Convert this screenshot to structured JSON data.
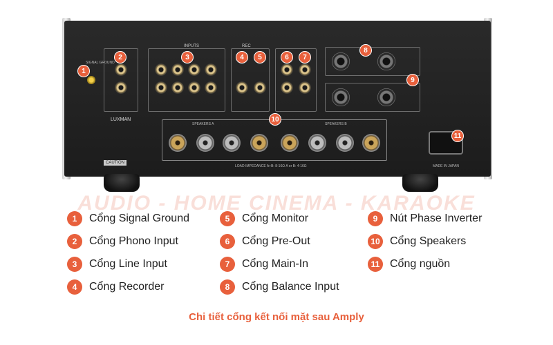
{
  "amplifier": {
    "brand": "LUXMAN",
    "panel_labels": {
      "signal_ground": "SIGNAL GROUND",
      "inputs": "INPUTS",
      "rec": "REC",
      "speakers_a": "SPEAKERS A",
      "speakers_b": "SPEAKERS B",
      "load_impedance": "LOAD IMPEDANCE A+B: 8-16Ω A or B: 4-16Ω",
      "caution": "CAUTION",
      "made_in": "MADE IN JAPAN"
    },
    "markers": [
      "1",
      "2",
      "3",
      "4",
      "5",
      "6",
      "7",
      "8",
      "9",
      "10",
      "11"
    ]
  },
  "watermark": "AUDIO - HOME CINEMA - KARAOKE",
  "legend": {
    "column_1": [
      {
        "number": "1",
        "label": "Cổng Signal Ground"
      },
      {
        "number": "2",
        "label": "Cổng Phono Input"
      },
      {
        "number": "3",
        "label": "Cổng Line Input"
      },
      {
        "number": "4",
        "label": "Cổng Recorder"
      }
    ],
    "column_2": [
      {
        "number": "5",
        "label": "Cổng Monitor"
      },
      {
        "number": "6",
        "label": "Cổng Pre-Out"
      },
      {
        "number": "7",
        "label": "Cổng Main-In"
      },
      {
        "number": "8",
        "label": "Cổng Balance Input"
      }
    ],
    "column_3": [
      {
        "number": "9",
        "label": "Nút Phase Inverter"
      },
      {
        "number": "10",
        "label": "Cổng Speakers"
      },
      {
        "number": "11",
        "label": "Cổng nguồn"
      }
    ]
  },
  "caption": "Chi tiết cổng kết nối mặt sau Amply",
  "colors": {
    "accent": "#e8603c",
    "text": "#222222",
    "chassis": "#1c1c1c"
  }
}
